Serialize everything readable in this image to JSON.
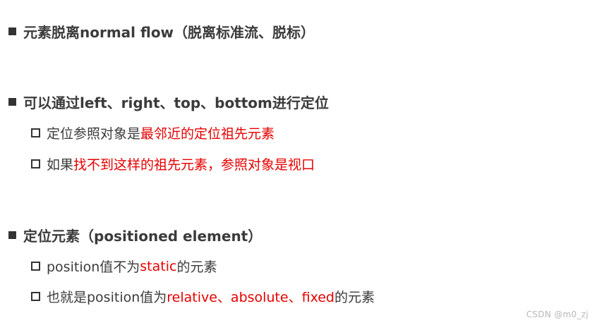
{
  "sections": [
    {
      "heading": "元素脱离normal flow（脱离标准流、脱标）"
    },
    {
      "heading": "可以通过left、right、top、bottom进行定位",
      "items": [
        {
          "before": "定位参照对象是",
          "highlight": "最邻近的定位祖先元素",
          "after": ""
        },
        {
          "before": "如果",
          "highlight": "找不到这样的祖先元素，参照对象是视口",
          "after": ""
        }
      ]
    },
    {
      "heading": "定位元素（positioned element）",
      "items": [
        {
          "before": "position值不为",
          "highlight": "static",
          "after": "的元素"
        },
        {
          "before": "也就是position值为",
          "highlight": "relative、absolute、fixed",
          "after": "的元素"
        }
      ]
    }
  ],
  "watermark": "CSDN @m0_zj",
  "colors": {
    "text": "#333333",
    "highlight": "#e60000"
  }
}
